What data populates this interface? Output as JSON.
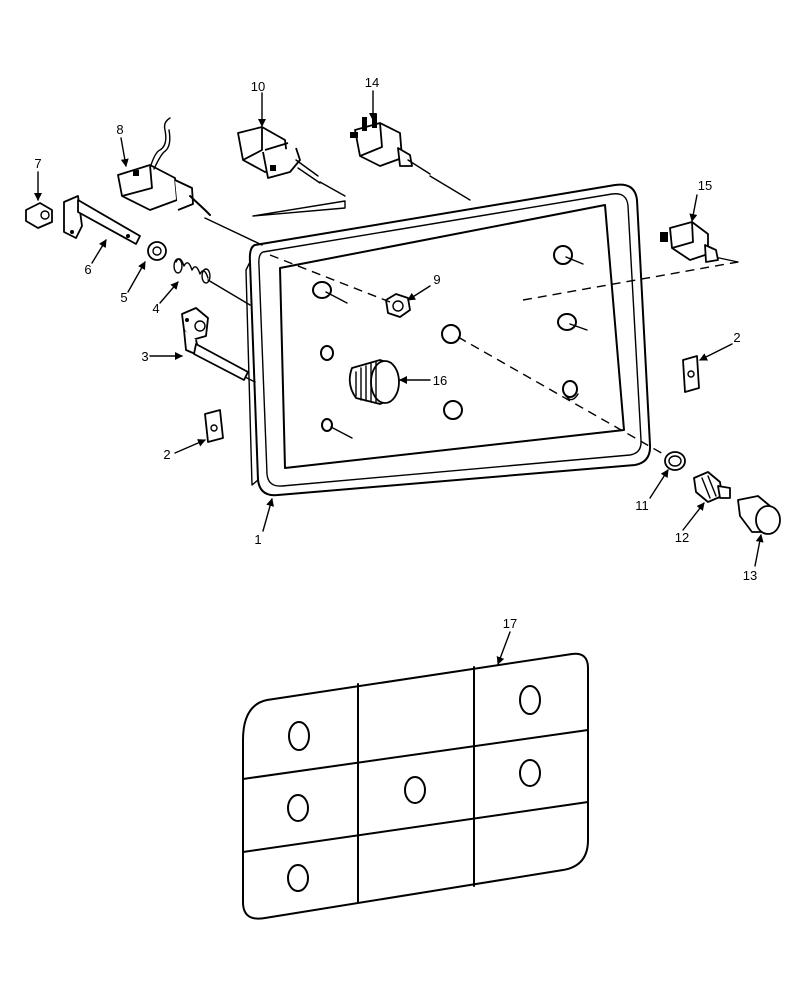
{
  "diagram": {
    "callouts": {
      "c1": "1",
      "c2a": "2",
      "c2b": "2",
      "c3": "3",
      "c4": "4",
      "c5": "5",
      "c6": "6",
      "c7": "7",
      "c8": "8",
      "c9": "9",
      "c10": "10",
      "c11": "11",
      "c12": "12",
      "c13": "13",
      "c14": "14",
      "c15": "15",
      "c16": "16",
      "c17": "17"
    }
  },
  "colors": {
    "line": "#000000",
    "background": "#ffffff"
  }
}
